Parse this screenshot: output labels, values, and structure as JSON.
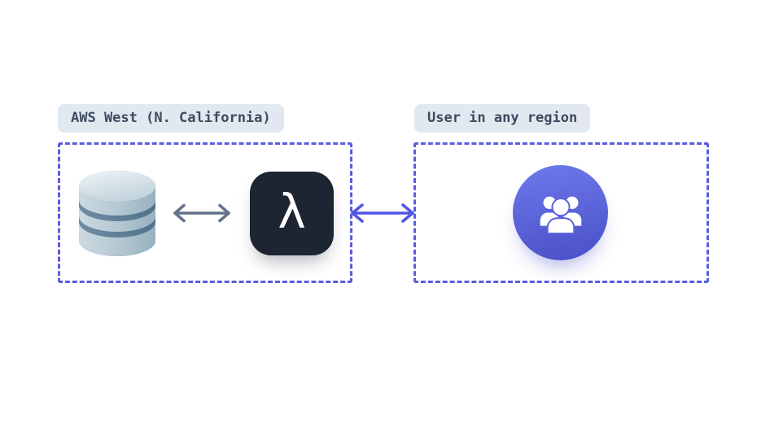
{
  "regions": [
    {
      "id": "aws-west",
      "label": "AWS West (N. California)",
      "nodes": [
        {
          "id": "database",
          "icon": "database-icon"
        },
        {
          "id": "lambda-function",
          "icon": "lambda-icon",
          "glyph": "λ"
        }
      ]
    },
    {
      "id": "user-region",
      "label": "User in any region",
      "nodes": [
        {
          "id": "users",
          "icon": "users-icon"
        }
      ]
    }
  ],
  "connections": [
    {
      "from": "database",
      "to": "lambda-function",
      "direction": "bidirectional",
      "style": "gray"
    },
    {
      "from": "lambda-function",
      "to": "users",
      "direction": "bidirectional",
      "style": "purple"
    }
  ],
  "colors": {
    "background": "#ffffff",
    "badge_bg": "#e2e8f0",
    "badge_text": "#3d4b5f",
    "region_border": "#5a5ce2",
    "arrow_gray": "#64748b",
    "arrow_purple": "#5056e4",
    "lambda_bg": "#1d2432",
    "lambda_glyph": "#ffffff",
    "users_circle_top": "#6d7aeb",
    "users_circle_bottom": "#4a4fc8"
  }
}
